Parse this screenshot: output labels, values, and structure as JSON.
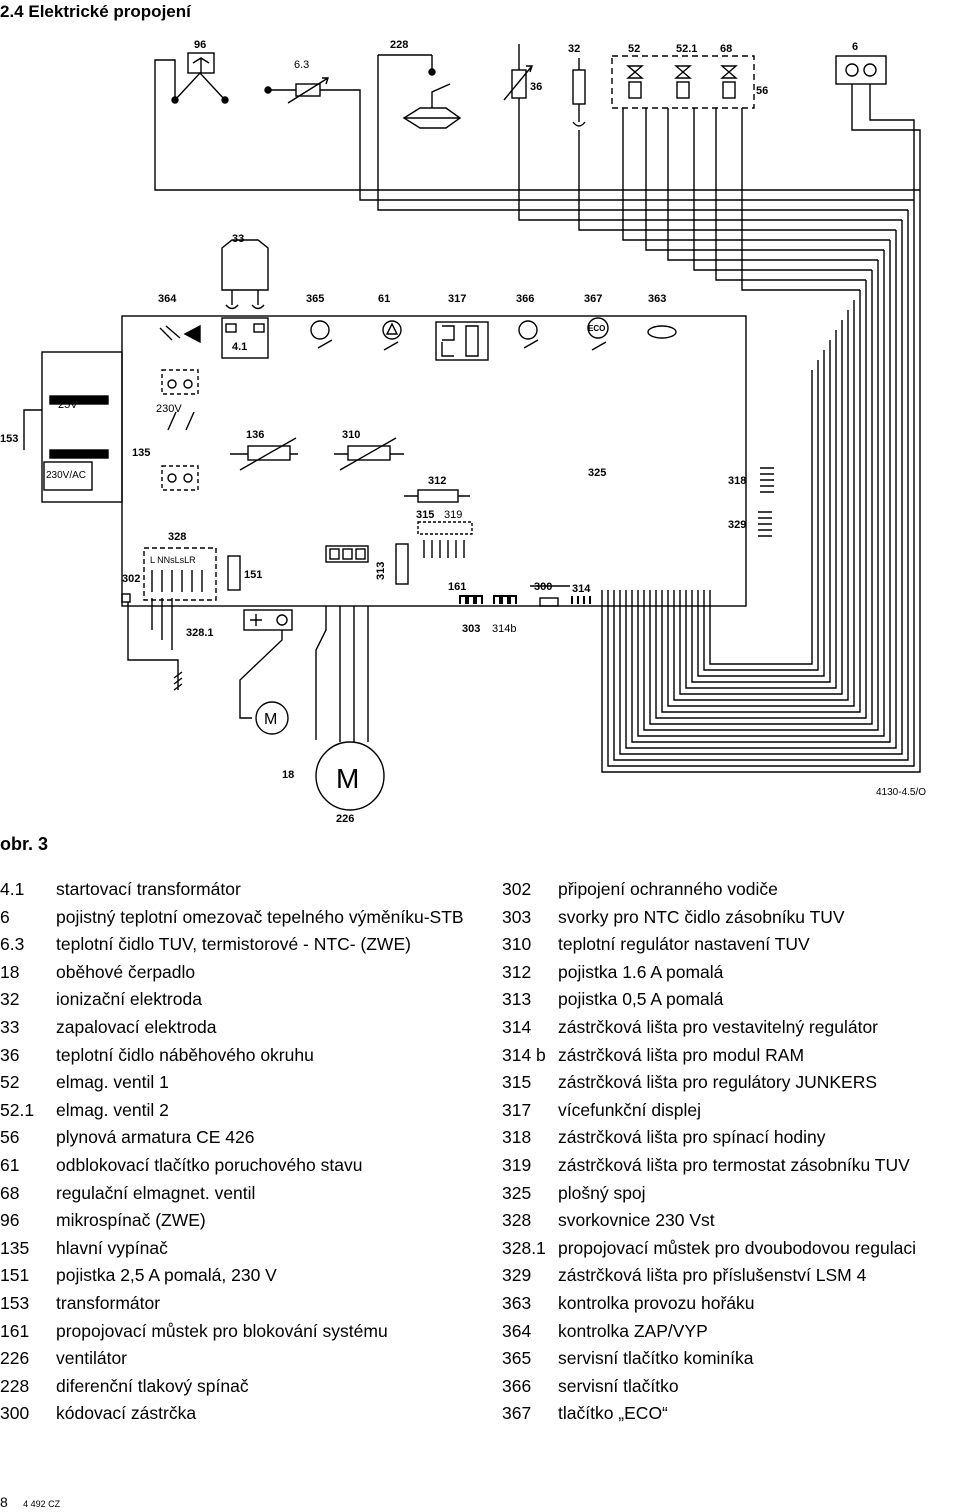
{
  "section_title": "2.4   Elektrické propojení",
  "drawing_id": "4130-4.5/O",
  "figure_label": "obr. 3",
  "diagram_labels": {
    "l96": "96",
    "l63": "6.3",
    "l228": "228",
    "l32": "32",
    "l36": "36",
    "l52": "52",
    "l521": "52.1",
    "l68": "68",
    "l6": "6",
    "l56": "56",
    "l33": "33",
    "l364": "364",
    "l365": "365",
    "l61": "61",
    "l317": "317",
    "l366": "366",
    "l367": "367",
    "l363": "363",
    "l41": "4.1",
    "l25v": "25V",
    "l230v": "230V",
    "l230vac": "230V/AC",
    "l153": "153",
    "l135": "135",
    "l136": "136",
    "l310": "310",
    "l312": "312",
    "l325": "325",
    "l318": "318",
    "l329": "329",
    "l315": "315",
    "l319": "319",
    "l328": "328",
    "l313": "313",
    "l151": "151",
    "l302": "302",
    "l161": "161",
    "l300": "300",
    "l314": "314",
    "l3281": "328.1",
    "l303": "303",
    "l314b": "314b",
    "l18": "18",
    "l226": "226",
    "m_small": "M",
    "m_big": "M",
    "eco": "ECO",
    "term328": "L NNsLsLR"
  },
  "legend_left": [
    {
      "num": "4.1",
      "text": "startovací transformátor"
    },
    {
      "num": "6",
      "text": "pojistný teplotní omezovač tepelného výměníku-STB"
    },
    {
      "num": "6.3",
      "text": "teplotní čidlo TUV, termistorové - NTC- (ZWE)"
    },
    {
      "num": "18",
      "text": "oběhové čerpadlo"
    },
    {
      "num": "32",
      "text": "ionizační elektroda"
    },
    {
      "num": "33",
      "text": "zapalovací elektroda"
    },
    {
      "num": "36",
      "text": "teplotní čidlo náběhového okruhu"
    },
    {
      "num": "52",
      "text": "elmag. ventil 1"
    },
    {
      "num": "52.1",
      "text": "elmag. ventil 2"
    },
    {
      "num": "56",
      "text": "plynová armatura CE 426"
    },
    {
      "num": "61",
      "text": "odblokovací tlačítko poruchového stavu"
    },
    {
      "num": "68",
      "text": "regulační elmagnet. ventil"
    },
    {
      "num": "96",
      "text": "mikrospínač (ZWE)"
    },
    {
      "num": "135",
      "text": "hlavní vypínač"
    },
    {
      "num": "151",
      "text": "pojistka 2,5 A pomalá, 230 V"
    },
    {
      "num": "153",
      "text": "transformátor"
    },
    {
      "num": "161",
      "text": "propojovací můstek pro blokování systému"
    },
    {
      "num": "226",
      "text": "ventilátor"
    },
    {
      "num": "228",
      "text": "diferenční tlakový spínač"
    },
    {
      "num": "300",
      "text": "kódovací zástrčka"
    }
  ],
  "legend_right": [
    {
      "num": "302",
      "text": "připojení ochranného vodiče"
    },
    {
      "num": "303",
      "text": "svorky pro NTC čidlo zásobníku TUV"
    },
    {
      "num": "310",
      "text": "teplotní regulátor nastavení TUV"
    },
    {
      "num": "312",
      "text": "pojistka 1.6 A pomalá"
    },
    {
      "num": "313",
      "text": "pojistka 0,5 A pomalá"
    },
    {
      "num": "314",
      "text": "zástrčková lišta pro vestavitelný regulátor"
    },
    {
      "num": "314 b",
      "text": "zástrčková lišta pro modul RAM"
    },
    {
      "num": "315",
      "text": "zástrčková lišta pro regulátory JUNKERS"
    },
    {
      "num": "317",
      "text": "vícefunkční displej"
    },
    {
      "num": "318",
      "text": "zástrčková lišta pro spínací hodiny"
    },
    {
      "num": "319",
      "text": "zástrčková lišta pro termostat zásobníku TUV"
    },
    {
      "num": "325",
      "text": "plošný spoj"
    },
    {
      "num": "328",
      "text": "svorkovnice 230 Vst"
    },
    {
      "num": "328.1",
      "text": "propojovací můstek pro dvoubodovou regulaci"
    },
    {
      "num": "329",
      "text": "zástrčková lišta pro příslušenství LSM 4"
    },
    {
      "num": "363",
      "text": "kontrolka provozu hořáku"
    },
    {
      "num": "364",
      "text": "kontrolka ZAP/VYP"
    },
    {
      "num": "365",
      "text": "servisní tlačítko kominíka"
    },
    {
      "num": "366",
      "text": "servisní tlačítko"
    },
    {
      "num": "367",
      "text": "tlačítko „ECO“"
    }
  ],
  "footer": {
    "page_number": "8",
    "doc_code": "4 492 CZ"
  }
}
